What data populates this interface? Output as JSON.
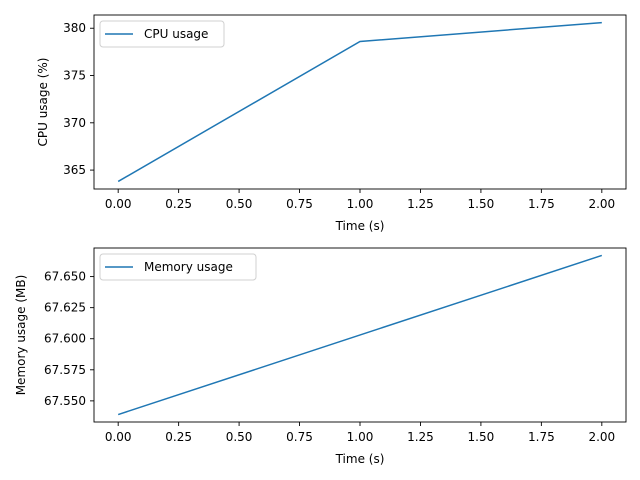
{
  "chart_data": [
    {
      "type": "line",
      "xlabel": "Time (s)",
      "ylabel": "CPU usage (%)",
      "xlim": [
        -0.1,
        2.1
      ],
      "ylim": [
        363.0,
        381.4
      ],
      "xticks": [
        0.0,
        0.25,
        0.5,
        0.75,
        1.0,
        1.25,
        1.5,
        1.75,
        2.0
      ],
      "xtick_labels": [
        "0.00",
        "0.25",
        "0.50",
        "0.75",
        "1.00",
        "1.25",
        "1.50",
        "1.75",
        "2.00"
      ],
      "yticks": [
        365,
        370,
        375,
        380
      ],
      "ytick_labels": [
        "365",
        "370",
        "375",
        "380"
      ],
      "legend_position": "top-left",
      "grid": false,
      "series": [
        {
          "name": "CPU usage",
          "color": "#1f77b4",
          "x": [
            0,
            1,
            2
          ],
          "y": [
            363.8,
            378.6,
            380.6
          ]
        }
      ]
    },
    {
      "type": "line",
      "xlabel": "Time (s)",
      "ylabel": "Memory usage (MB)",
      "xlim": [
        -0.1,
        2.1
      ],
      "ylim": [
        67.533,
        67.673
      ],
      "xticks": [
        0.0,
        0.25,
        0.5,
        0.75,
        1.0,
        1.25,
        1.5,
        1.75,
        2.0
      ],
      "xtick_labels": [
        "0.00",
        "0.25",
        "0.50",
        "0.75",
        "1.00",
        "1.25",
        "1.50",
        "1.75",
        "2.00"
      ],
      "yticks": [
        67.55,
        67.575,
        67.6,
        67.625,
        67.65
      ],
      "ytick_labels": [
        "67.550",
        "67.575",
        "67.600",
        "67.625",
        "67.650"
      ],
      "legend_position": "top-left",
      "grid": false,
      "series": [
        {
          "name": "Memory usage",
          "color": "#1f77b4",
          "x": [
            0,
            2
          ],
          "y": [
            67.539,
            67.667
          ]
        }
      ]
    }
  ]
}
